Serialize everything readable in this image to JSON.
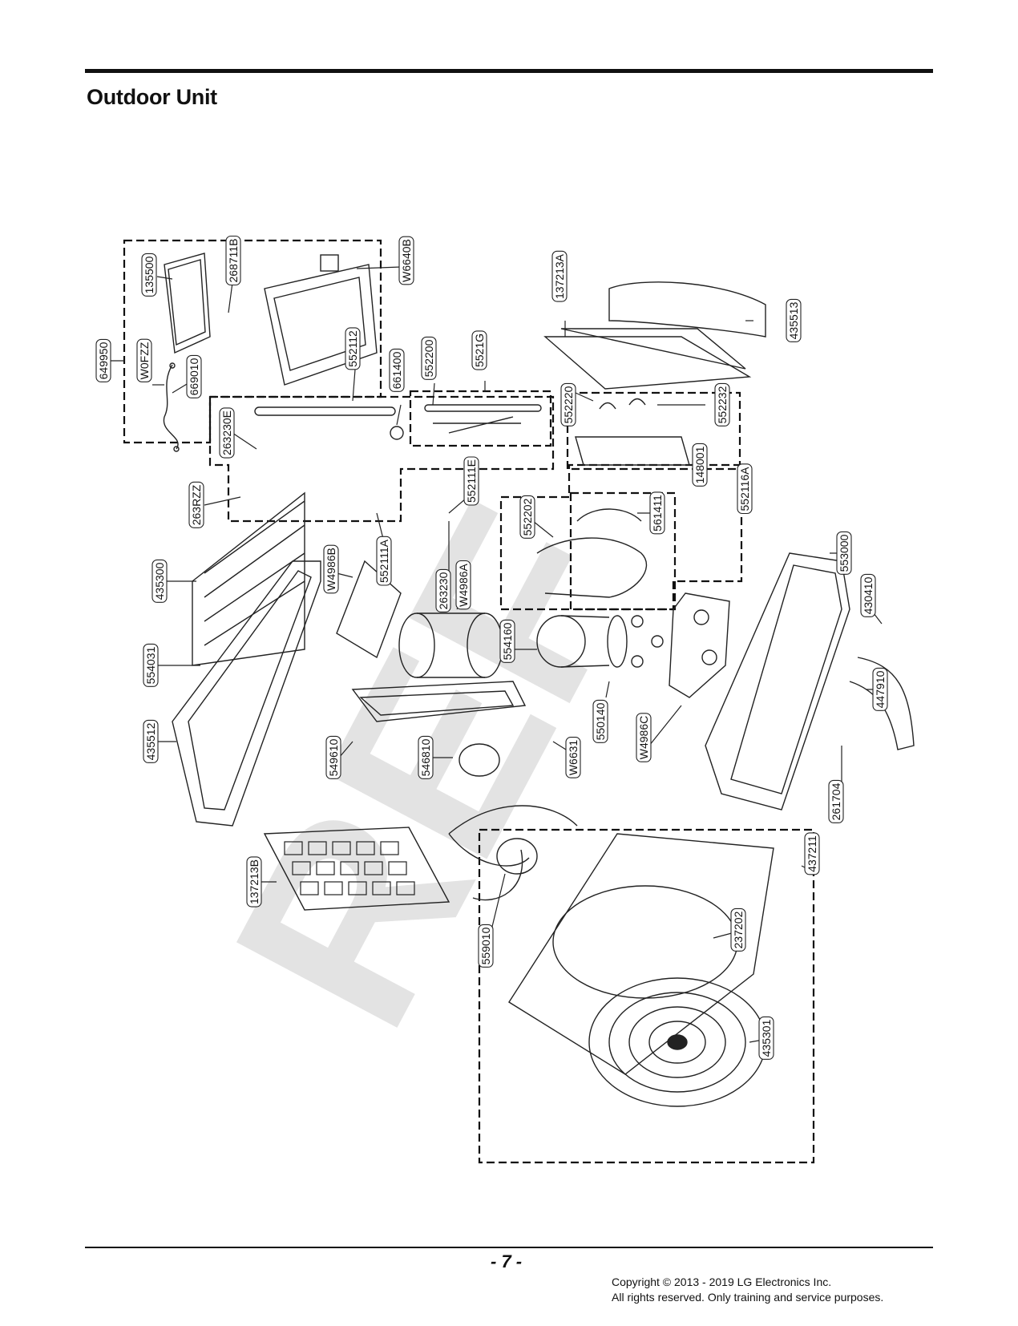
{
  "page": {
    "title": "Outdoor Unit",
    "page_number": "- 7 -",
    "copyright_line1": "Copyright © 2013 - 2019 LG Electronics Inc.",
    "copyright_line2": "All rights reserved. Only training and service purposes."
  },
  "diagram": {
    "watermark": "REF",
    "part_labels": [
      {
        "id": "p268711B",
        "text": "268711B"
      },
      {
        "id": "pW6640B",
        "text": "W6640B"
      },
      {
        "id": "p135500",
        "text": "135500"
      },
      {
        "id": "p649950",
        "text": "649950"
      },
      {
        "id": "pW0FZZ",
        "text": "W0FZZ"
      },
      {
        "id": "p669010",
        "text": "669010"
      },
      {
        "id": "p552112",
        "text": "552112"
      },
      {
        "id": "p661400",
        "text": "661400"
      },
      {
        "id": "p552200",
        "text": "552200"
      },
      {
        "id": "p5521G",
        "text": "5521G"
      },
      {
        "id": "p137213A",
        "text": "137213A"
      },
      {
        "id": "p435513",
        "text": "435513"
      },
      {
        "id": "p552220",
        "text": "552220"
      },
      {
        "id": "p552232",
        "text": "552232"
      },
      {
        "id": "p263230E",
        "text": "263230E"
      },
      {
        "id": "p263RZZ",
        "text": "263RZZ"
      },
      {
        "id": "p552111E",
        "text": "552111E"
      },
      {
        "id": "p148001",
        "text": "148001"
      },
      {
        "id": "p552116A",
        "text": "552116A"
      },
      {
        "id": "p552202",
        "text": "552202"
      },
      {
        "id": "p561411",
        "text": "561411"
      },
      {
        "id": "p435300",
        "text": "435300"
      },
      {
        "id": "pW4986B",
        "text": "W4986B"
      },
      {
        "id": "p552111A",
        "text": "552111A"
      },
      {
        "id": "p263230",
        "text": "263230"
      },
      {
        "id": "pW4986A",
        "text": "W4986A"
      },
      {
        "id": "p553000",
        "text": "553000"
      },
      {
        "id": "p430410",
        "text": "430410"
      },
      {
        "id": "p554031",
        "text": "554031"
      },
      {
        "id": "p554160",
        "text": "554160"
      },
      {
        "id": "p447910",
        "text": "447910"
      },
      {
        "id": "p435512",
        "text": "435512"
      },
      {
        "id": "p550140",
        "text": "550140"
      },
      {
        "id": "pW4986C",
        "text": "W4986C"
      },
      {
        "id": "p549610",
        "text": "549610"
      },
      {
        "id": "p546810",
        "text": "546810"
      },
      {
        "id": "pW6631",
        "text": "W6631"
      },
      {
        "id": "p261704",
        "text": "261704"
      },
      {
        "id": "p137213B",
        "text": "137213B"
      },
      {
        "id": "p437211",
        "text": "437211"
      },
      {
        "id": "p559010",
        "text": "559010"
      },
      {
        "id": "p237202",
        "text": "237202"
      },
      {
        "id": "p435301",
        "text": "435301"
      }
    ]
  }
}
